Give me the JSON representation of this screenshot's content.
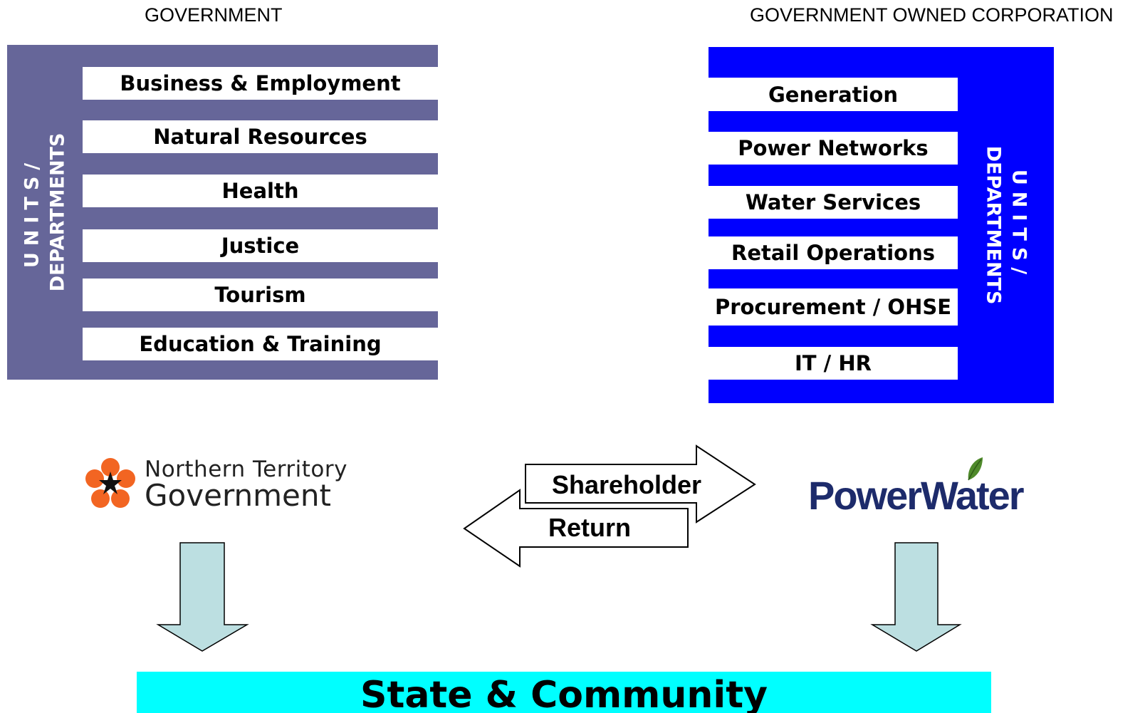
{
  "headings": {
    "left": "GOVERNMENT",
    "right": "GOVERNMENT OWNED CORPORATION"
  },
  "government": {
    "side_label_line1": "UNITS/",
    "side_label_line2": "DEPARTMENTS",
    "panel_color": "#666699",
    "units": [
      "Business & Employment",
      "Natural Resources",
      "Health",
      "Justice",
      "Tourism",
      "Education & Training"
    ],
    "logo": {
      "line1": "Northern Territory",
      "line2": "Government",
      "icon": "nt-flower-icon",
      "flower_color": "#f26522"
    }
  },
  "corporation": {
    "side_label_line1": "UNITS/",
    "side_label_line2": "DEPARTMENTS",
    "panel_color": "#0000ff",
    "units": [
      "Generation",
      "Power Networks",
      "Water Services",
      "Retail Operations",
      "Procurement / OHSE",
      "IT / HR"
    ],
    "logo": {
      "text": "PowerWater",
      "icon": "leaf-icon",
      "text_color": "#1d2b6b",
      "leaf_color": "#4f8a2b"
    }
  },
  "flows": {
    "shareholder": "Shareholder",
    "return": "Return",
    "down_arrow_color": "#bcdfe1"
  },
  "bottom": {
    "label": "State & Community",
    "color": "#00ffff"
  }
}
